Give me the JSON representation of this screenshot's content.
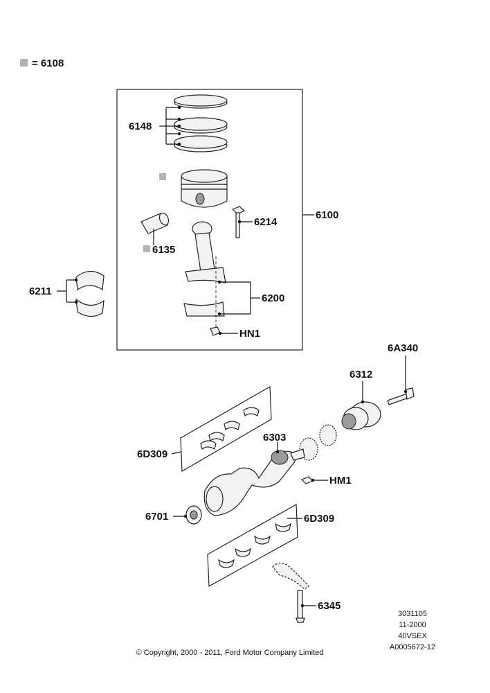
{
  "legend": {
    "swatch_color": "#b3b3b3",
    "text": "= 6108"
  },
  "parts": {
    "rings": "6148",
    "piston_assembly": "6100",
    "bolt": "6214",
    "pin": "6135",
    "bearing_left": "6211",
    "conrod": "6200",
    "nut": "HN1",
    "crank_bolt": "6A340",
    "pulley": "6312",
    "crankshaft": "6303",
    "main_bearings_top": "6D309",
    "key": "HM1",
    "seal": "6701",
    "main_bearings_bottom": "6D309",
    "cap_bolt": "6345"
  },
  "footer": {
    "code1": "3031105",
    "code2": "11-2000",
    "code3": "40VSEX",
    "code4": "A0005672-12",
    "copyright": "© Copyright, 2000 - 2011, Ford Motor Company Limited"
  },
  "colors": {
    "marker": "#b3b3b3",
    "line": "#111111"
  }
}
